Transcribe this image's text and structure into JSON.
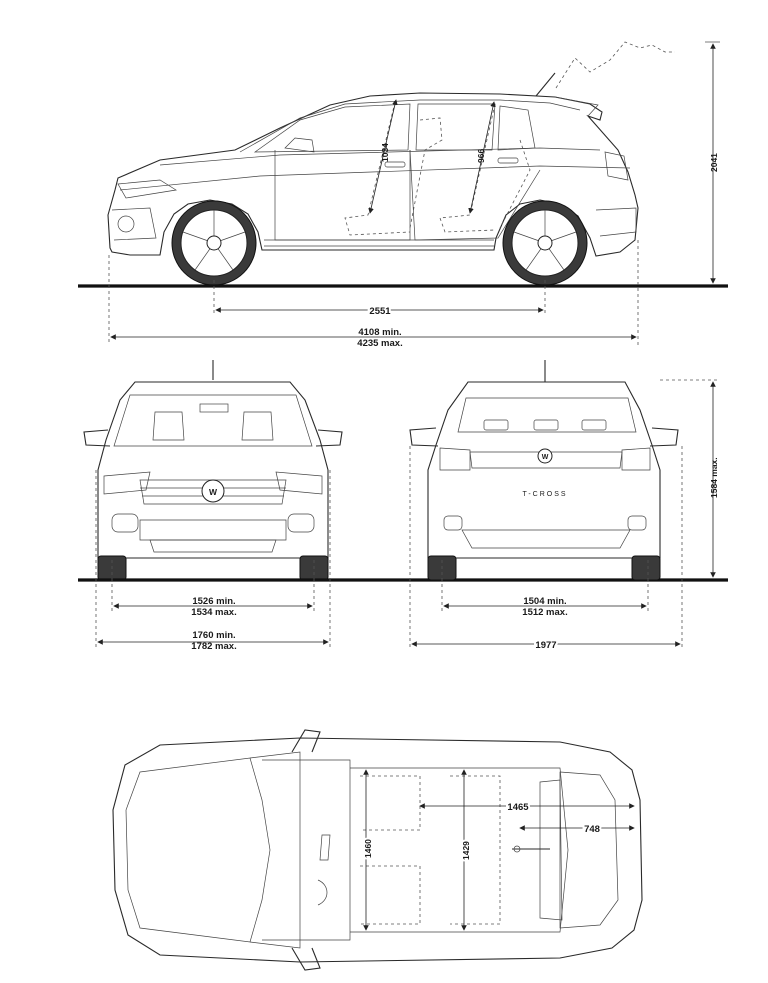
{
  "dimensions": {
    "overall_height": "2041",
    "headroom_front": "1034",
    "headroom_rear": "966",
    "wheelbase": "2551",
    "length_min": "4108 min.",
    "length_max": "4235 max.",
    "track_front_min": "1526 min.",
    "track_front_max": "1534 max.",
    "width_min": "1760 min.",
    "width_max": "1782 max.",
    "track_rear_min": "1504 min.",
    "track_rear_max": "1512 max.",
    "width_mirrors": "1977",
    "height_max": "1584 max.",
    "interior_front": "1460",
    "interior_rear": "1429",
    "load_length": "1465",
    "load_depth": "748"
  },
  "badge": {
    "rear_model": "T-CROSS"
  },
  "colors": {
    "line": "#2a2a2a",
    "ground": "#111111",
    "background": "#ffffff"
  }
}
